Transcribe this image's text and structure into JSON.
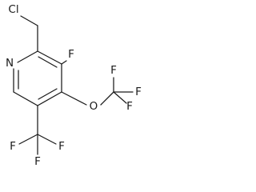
{
  "molecule": {
    "atoms": {
      "cl": "Cl",
      "n": "N",
      "f_ring": "F",
      "o": "O",
      "f_ocf3_top": "F",
      "f_ocf3_right": "F",
      "f_ocf3_bottom": "F",
      "f_cf3_left": "F",
      "f_cf3_bottom": "F",
      "f_cf3_right": "F"
    }
  }
}
